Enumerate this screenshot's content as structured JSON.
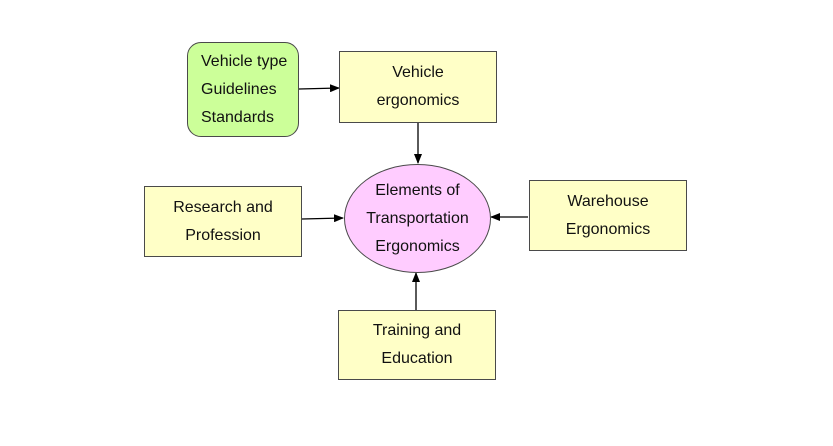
{
  "diagram": {
    "source_box": {
      "lines": [
        "Vehicle type",
        "Guidelines",
        "Standards"
      ],
      "fill": "#ccff99"
    },
    "vehicle_ergonomics": {
      "lines": [
        "Vehicle",
        "ergonomics"
      ],
      "fill": "#ffffc7"
    },
    "center": {
      "lines": [
        "Elements of",
        "Transportation",
        "Ergonomics"
      ],
      "fill": "#ffccff"
    },
    "research_profession": {
      "lines": [
        "Research and",
        "Profession"
      ],
      "fill": "#ffffc7"
    },
    "warehouse_ergonomics": {
      "lines": [
        "Warehouse",
        "Ergonomics"
      ],
      "fill": "#ffffc7"
    },
    "training_education": {
      "lines": [
        "Training and",
        "Education"
      ],
      "fill": "#ffffc7"
    },
    "edges": [
      {
        "from": "Vehicle type / Guidelines / Standards",
        "to": "Vehicle ergonomics"
      },
      {
        "from": "Vehicle ergonomics",
        "to": "Elements of Transportation Ergonomics"
      },
      {
        "from": "Research and Profession",
        "to": "Elements of Transportation Ergonomics"
      },
      {
        "from": "Warehouse Ergonomics",
        "to": "Elements of Transportation Ergonomics"
      },
      {
        "from": "Training and Education",
        "to": "Elements of Transportation Ergonomics"
      }
    ]
  }
}
